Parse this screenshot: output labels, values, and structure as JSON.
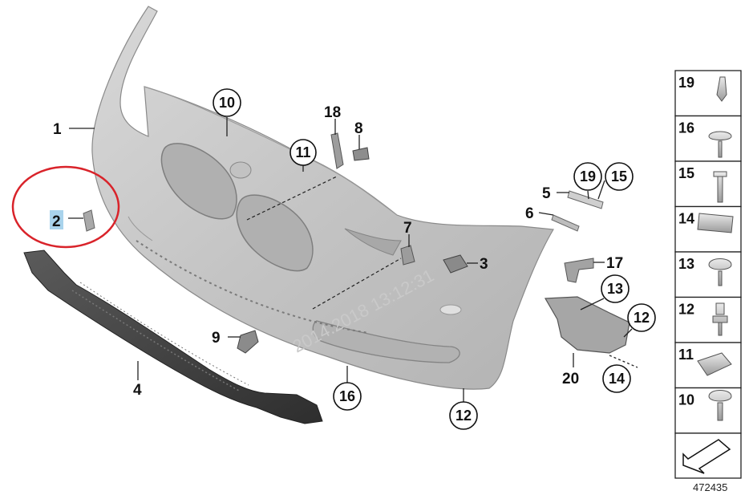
{
  "diagram": {
    "reference_number": "472435",
    "watermark": "2014.2018 13:12:31",
    "highlighted_label": "2",
    "labels": {
      "l1": "1",
      "l2": "2",
      "l3": "3",
      "l4": "4",
      "l5": "5",
      "l6": "6",
      "l7": "7",
      "l8": "8",
      "l9": "9",
      "l10": "10",
      "l11": "11",
      "l12a": "12",
      "l12b": "12",
      "l13": "13",
      "l14": "14",
      "l15": "15",
      "l16": "16",
      "l17": "17",
      "l18": "18",
      "l19": "19",
      "l20": "20"
    },
    "parts_panel": [
      "19",
      "16",
      "15",
      "14",
      "13",
      "12",
      "11",
      "10"
    ],
    "colors": {
      "bumper": "#c6c6c6",
      "highlight_circle": "#d9232a",
      "highlight_box": "#a9d3ec",
      "dark_part": "#4a4a4a"
    }
  }
}
